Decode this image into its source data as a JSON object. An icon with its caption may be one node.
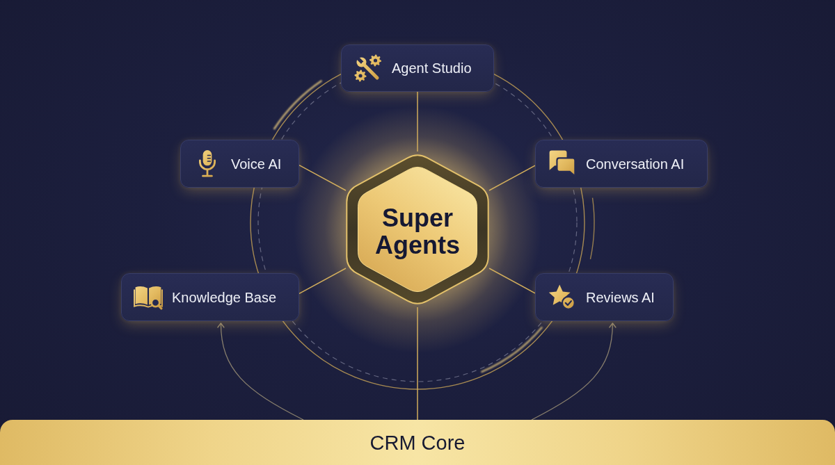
{
  "diagram": {
    "nodes": [
      {
        "text": [
          "Agent Studio"
        ]
      },
      {
        "text": [
          "Voice AI"
        ]
      },
      {
        "text": [
          "Conversation AI"
        ]
      },
      {
        "text": [
          "Super Agents"
        ]
      },
      {
        "text": [
          "Knowledge Base"
        ]
      },
      {
        "text": [
          "Reviews AI"
        ]
      },
      {
        "text": [
          "CRM Core"
        ]
      }
    ],
    "edges": [
      {
        "from": 3,
        "to": 0,
        "arrow": "none"
      },
      {
        "from": 3,
        "to": 1,
        "arrow": "none"
      },
      {
        "from": 3,
        "to": 2,
        "arrow": "none"
      },
      {
        "from": 3,
        "to": 4,
        "arrow": "none"
      },
      {
        "from": 3,
        "to": 5,
        "arrow": "none"
      },
      {
        "from": 3,
        "to": 6,
        "arrow": "none"
      },
      {
        "from": 6,
        "to": 4,
        "arrow": "to",
        "color": "#867d6c"
      },
      {
        "from": 6,
        "to": 5,
        "arrow": "to",
        "color": "#867d6c"
      }
    ]
  }
}
